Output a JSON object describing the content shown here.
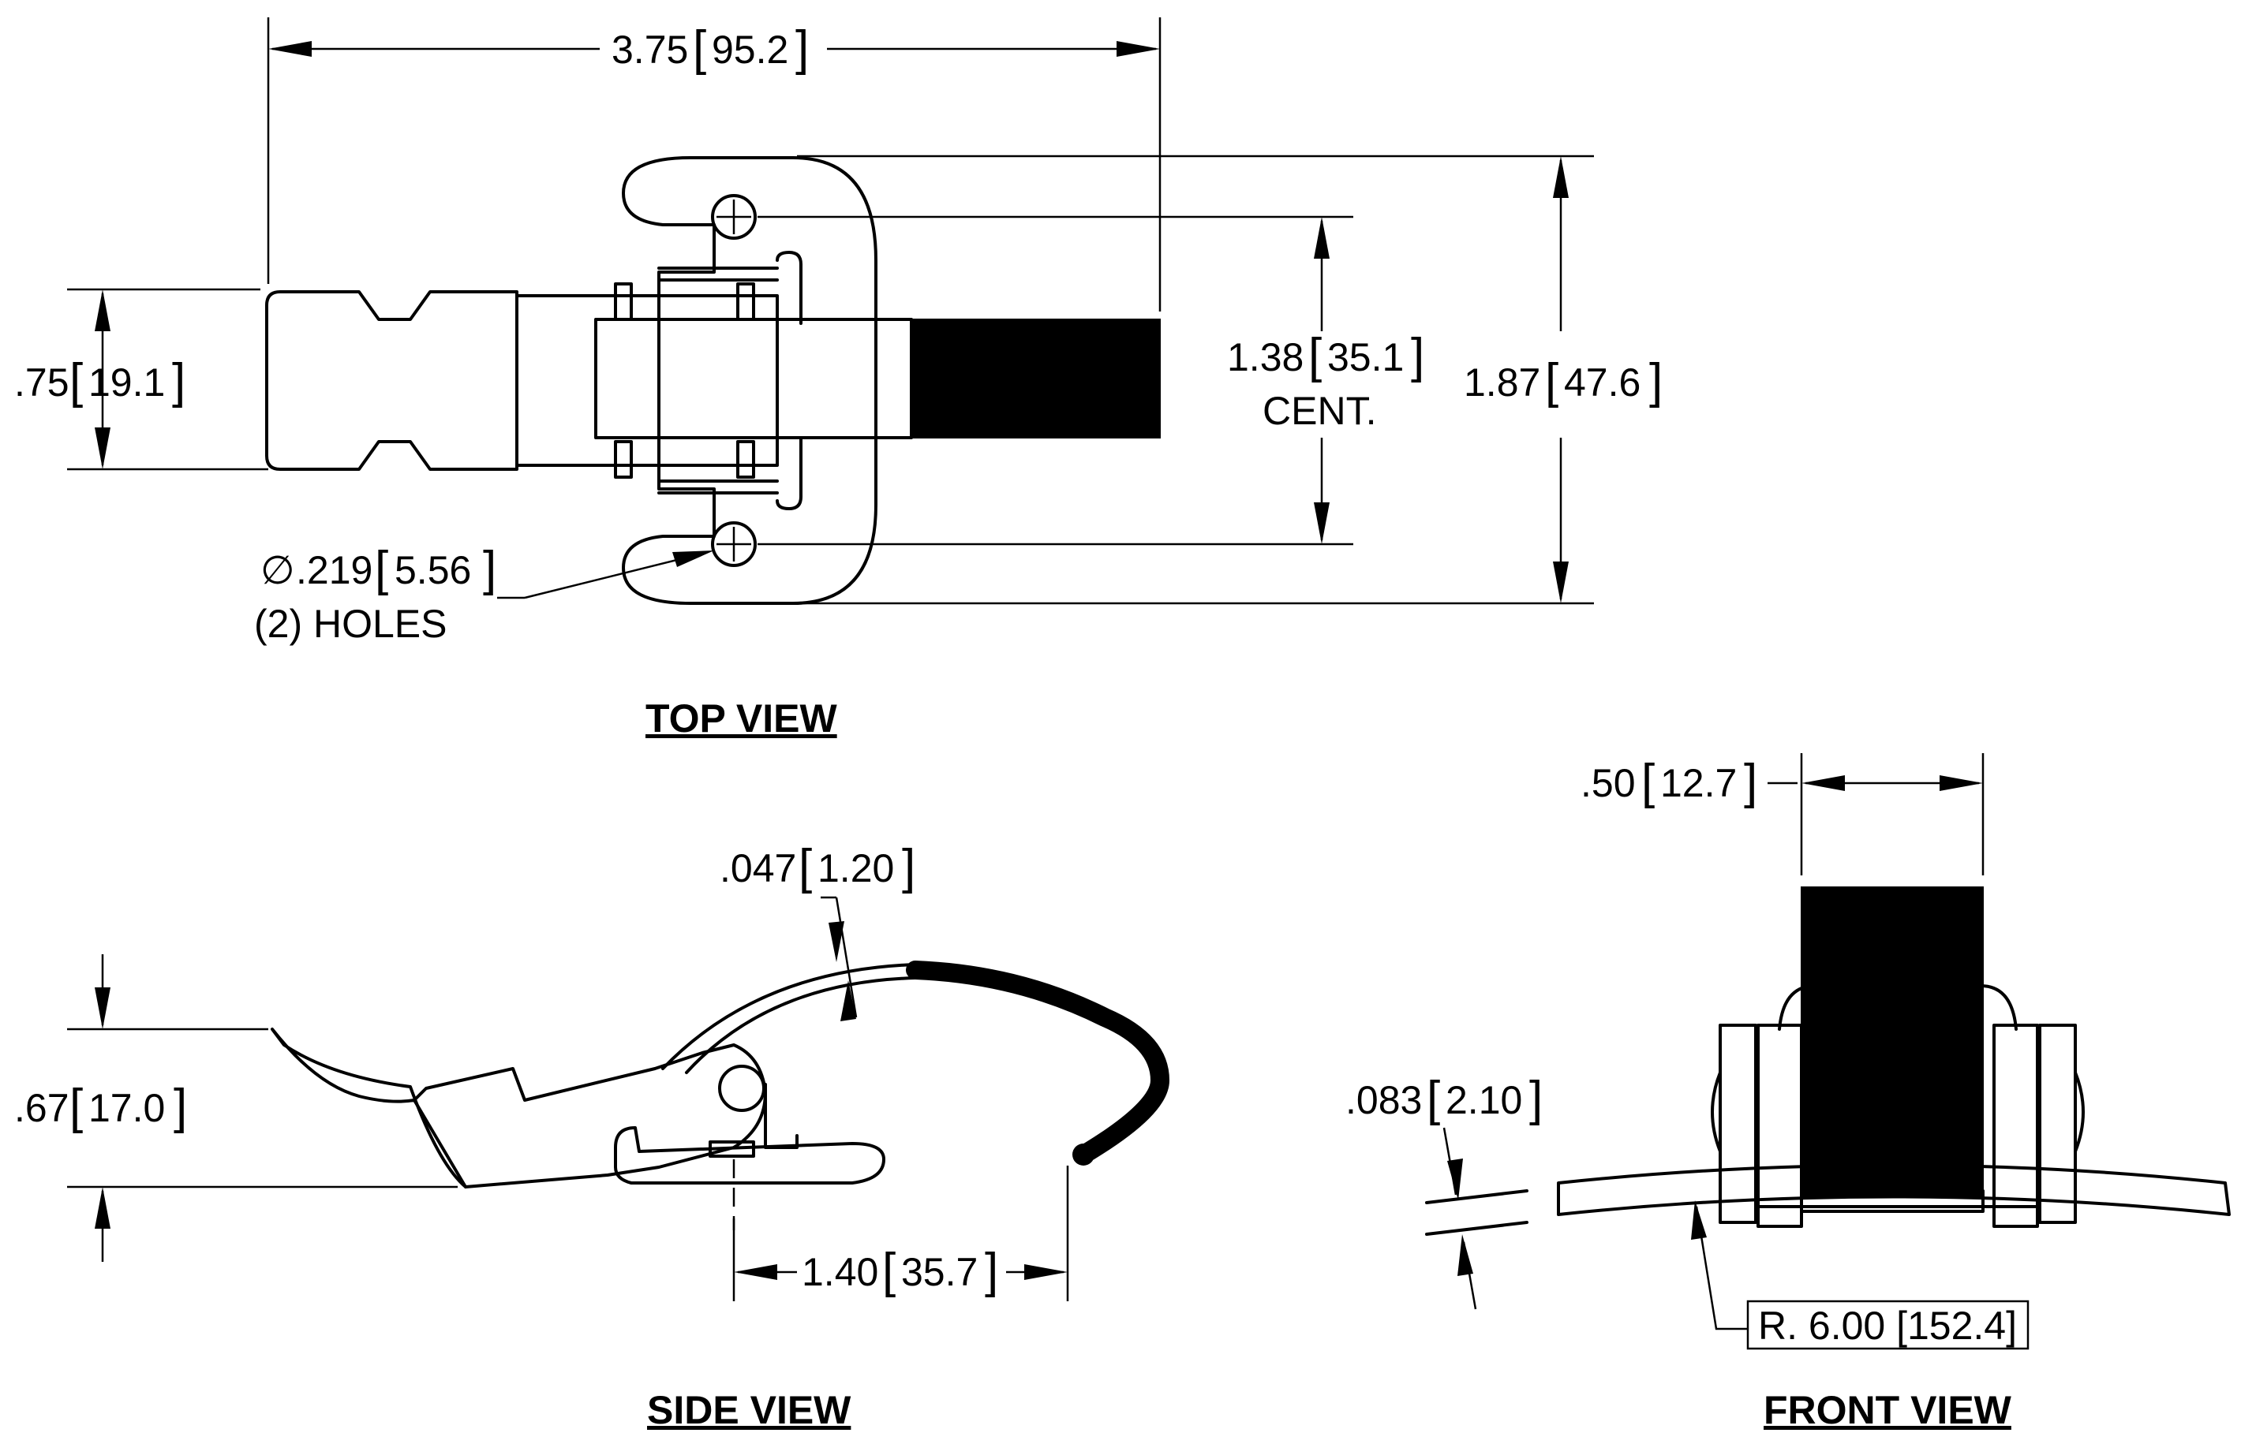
{
  "views": {
    "top": "TOP VIEW",
    "side": "SIDE VIEW",
    "front": "FRONT VIEW"
  },
  "dimensions": {
    "overall_length": {
      "in": "3.75",
      "mm": "95.2"
    },
    "handle_width": {
      "in": ".75",
      "mm": "19.1"
    },
    "hole_centers": {
      "in": "1.38",
      "mm": "35.1",
      "note": "CENT."
    },
    "overall_width": {
      "in": "1.87",
      "mm": "47.6"
    },
    "hole_diameter": {
      "symbol": "∅",
      "in": ".219",
      "mm": "5.56",
      "note": "(2) HOLES"
    },
    "thickness": {
      "in": ".047",
      "mm": "1.20"
    },
    "height": {
      "in": ".67",
      "mm": "17.0"
    },
    "offset": {
      "in": "1.40",
      "mm": "35.7"
    },
    "front_width": {
      "in": ".50",
      "mm": "12.7"
    },
    "clearance": {
      "in": ".083",
      "mm": "2.10"
    },
    "radius": {
      "label": "R. 6.00 [152.4]"
    }
  }
}
